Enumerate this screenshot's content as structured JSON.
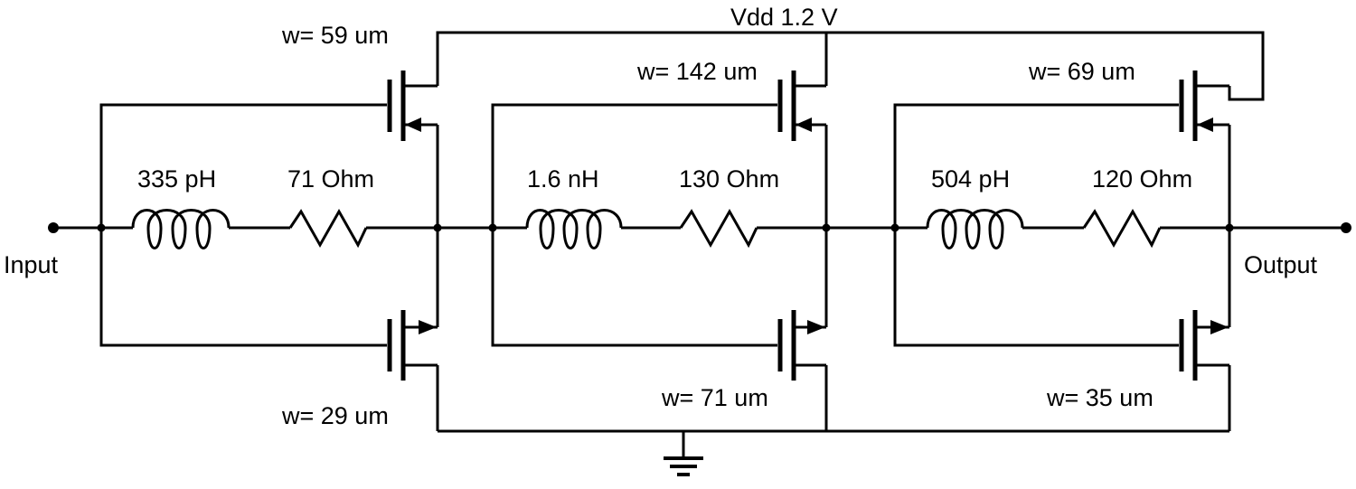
{
  "supply": {
    "label": "Vdd 1.2 V"
  },
  "io": {
    "input": "Input",
    "output": "Output"
  },
  "stages": [
    {
      "inductor": "335 pH",
      "resistor": "71 Ohm",
      "pmos_width": "w= 59 um",
      "nmos_width": "w= 29 um"
    },
    {
      "inductor": "1.6 nH",
      "resistor": "130 Ohm",
      "pmos_width": "w= 142 um",
      "nmos_width": "w= 71 um"
    },
    {
      "inductor": "504 pH",
      "resistor": "120 Ohm",
      "pmos_width": "w= 69  um",
      "nmos_width": "w= 35  um"
    }
  ],
  "icons": {
    "ground": "ground-icon",
    "inductor": "inductor-icon",
    "resistor": "resistor-icon",
    "pmos": "pmos-transistor-icon",
    "nmos": "nmos-transistor-icon",
    "terminal": "terminal-dot-icon"
  }
}
